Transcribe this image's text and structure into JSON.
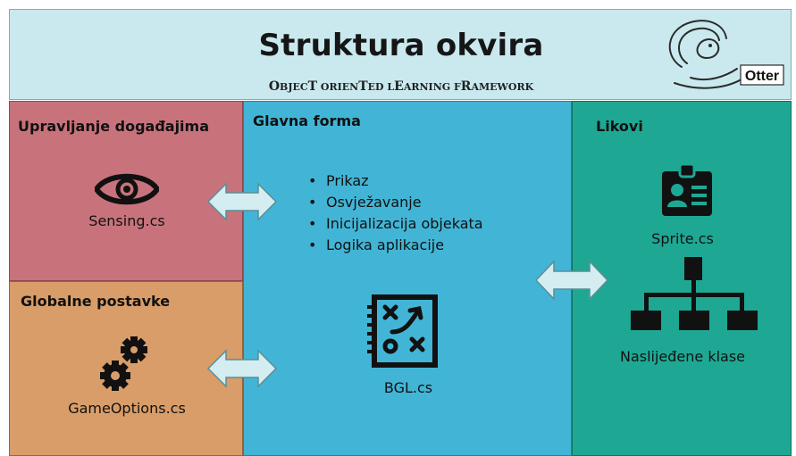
{
  "header": {
    "title": "Struktura okvira",
    "logo_text": "Otter"
  },
  "acronym": [
    {
      "c": "O",
      "big": true
    },
    {
      "c": "BJEC",
      "big": false
    },
    {
      "c": "T",
      "big": true
    },
    {
      "c": " ORIEN",
      "big": false
    },
    {
      "c": "T",
      "big": true
    },
    {
      "c": "ED ",
      "big": false
    },
    {
      "c": "L",
      "big": false
    },
    {
      "c": "E",
      "big": true
    },
    {
      "c": "ARNING ",
      "big": false
    },
    {
      "c": "F",
      "big": false
    },
    {
      "c": "R",
      "big": true
    },
    {
      "c": "AMEWORK",
      "big": false
    }
  ],
  "panels": {
    "events": {
      "title": "Upravljanje događajima",
      "caption": "Sensing.cs",
      "icon": "eye-icon",
      "color": "#c8737c"
    },
    "settings": {
      "title": "Globalne postavke",
      "caption": "GameOptions.cs",
      "icon": "gears-icon",
      "color": "#d89d68"
    },
    "main": {
      "title": "Glavna forma",
      "caption": "BGL.cs",
      "icon": "game-plan-icon",
      "color": "#42b5d6",
      "bullets": [
        "Prikaz",
        "Osvježavanje",
        "Inicijalizacija objekata",
        "Logika aplikacije"
      ]
    },
    "characters": {
      "title": "Likovi",
      "sprite_caption": "Sprite.cs",
      "sprite_icon": "id-badge-icon",
      "hierarchy_caption": "Naslijeđene klase",
      "hierarchy_icon": "hierarchy-icon",
      "color": "#1ea894"
    }
  },
  "arrows": {
    "fill": "#d3edf0",
    "stroke": "#5b8d97",
    "connections": [
      "events-main",
      "settings-main",
      "main-characters"
    ]
  }
}
